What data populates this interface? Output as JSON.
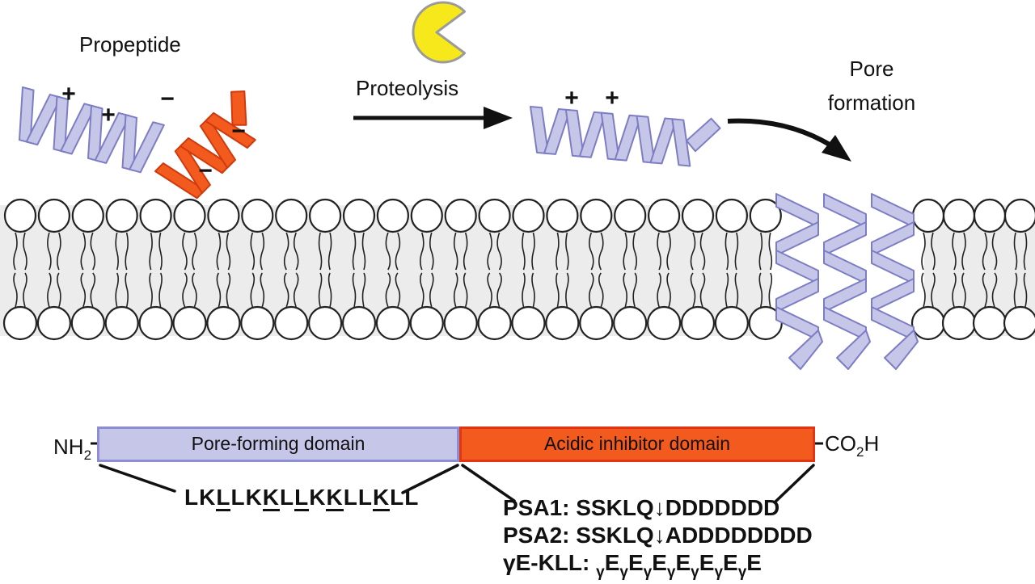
{
  "colors": {
    "helix_fill": "#c6c6e8",
    "helix_stroke": "#7d7dc4",
    "inhibitor_fill": "#f25a1e",
    "inhibitor_stroke": "#d03a0e",
    "membrane_gray": "#ececec",
    "lipid_stroke": "#222222",
    "ink": "#111111",
    "pacman_fill": "#f6e81b",
    "pacman_stroke": "#9b9b9b",
    "pore_box_fill": "#c6c6e8",
    "pore_box_border": "#8d8dd2",
    "acidic_box_fill": "#f25b1d",
    "acidic_box_border": "#e03616"
  },
  "top": {
    "propeptide_label": "Propeptide",
    "proteolysis_label": "Proteolysis",
    "pore_formation_line1": "Pore",
    "pore_formation_line2": "formation"
  },
  "charges": {
    "plus": "+",
    "minus": "−"
  },
  "domain_diagram": {
    "n_terminus": {
      "main": "NH",
      "sub": "2"
    },
    "c_terminus": {
      "pre": "CO",
      "sub": "2",
      "post": "H"
    },
    "pore_domain_label": "Pore-forming domain",
    "acidic_domain_label": "Acidic inhibitor domain",
    "pore_sequence": {
      "residues": [
        "L",
        "K",
        "L",
        "L",
        "K",
        "K",
        "L",
        "L",
        "K",
        "K",
        "L",
        "L",
        "K",
        "L",
        "L"
      ],
      "underlined_indices": [
        2,
        5,
        7,
        9,
        12
      ]
    },
    "constructs": [
      {
        "label": "PSA1:",
        "parts": [
          {
            "text": "SSKLQ"
          },
          {
            "text": "↓"
          },
          {
            "text": "DDDDDDD"
          }
        ]
      },
      {
        "label": "PSA2:",
        "parts": [
          {
            "text": "SSKLQ"
          },
          {
            "text": "↓"
          },
          {
            "text": "ADDDDDDDD"
          }
        ]
      },
      {
        "label": "γE-KLL:",
        "parts": [
          {
            "sub": "γ",
            "text": "E"
          },
          {
            "sub": "γ",
            "text": "E"
          },
          {
            "sub": "γ",
            "text": "E"
          },
          {
            "sub": "γ",
            "text": "E"
          },
          {
            "sub": "γ",
            "text": "E"
          },
          {
            "sub": "γ",
            "text": "E"
          },
          {
            "sub": "γ",
            "text": "E"
          }
        ]
      }
    ]
  }
}
